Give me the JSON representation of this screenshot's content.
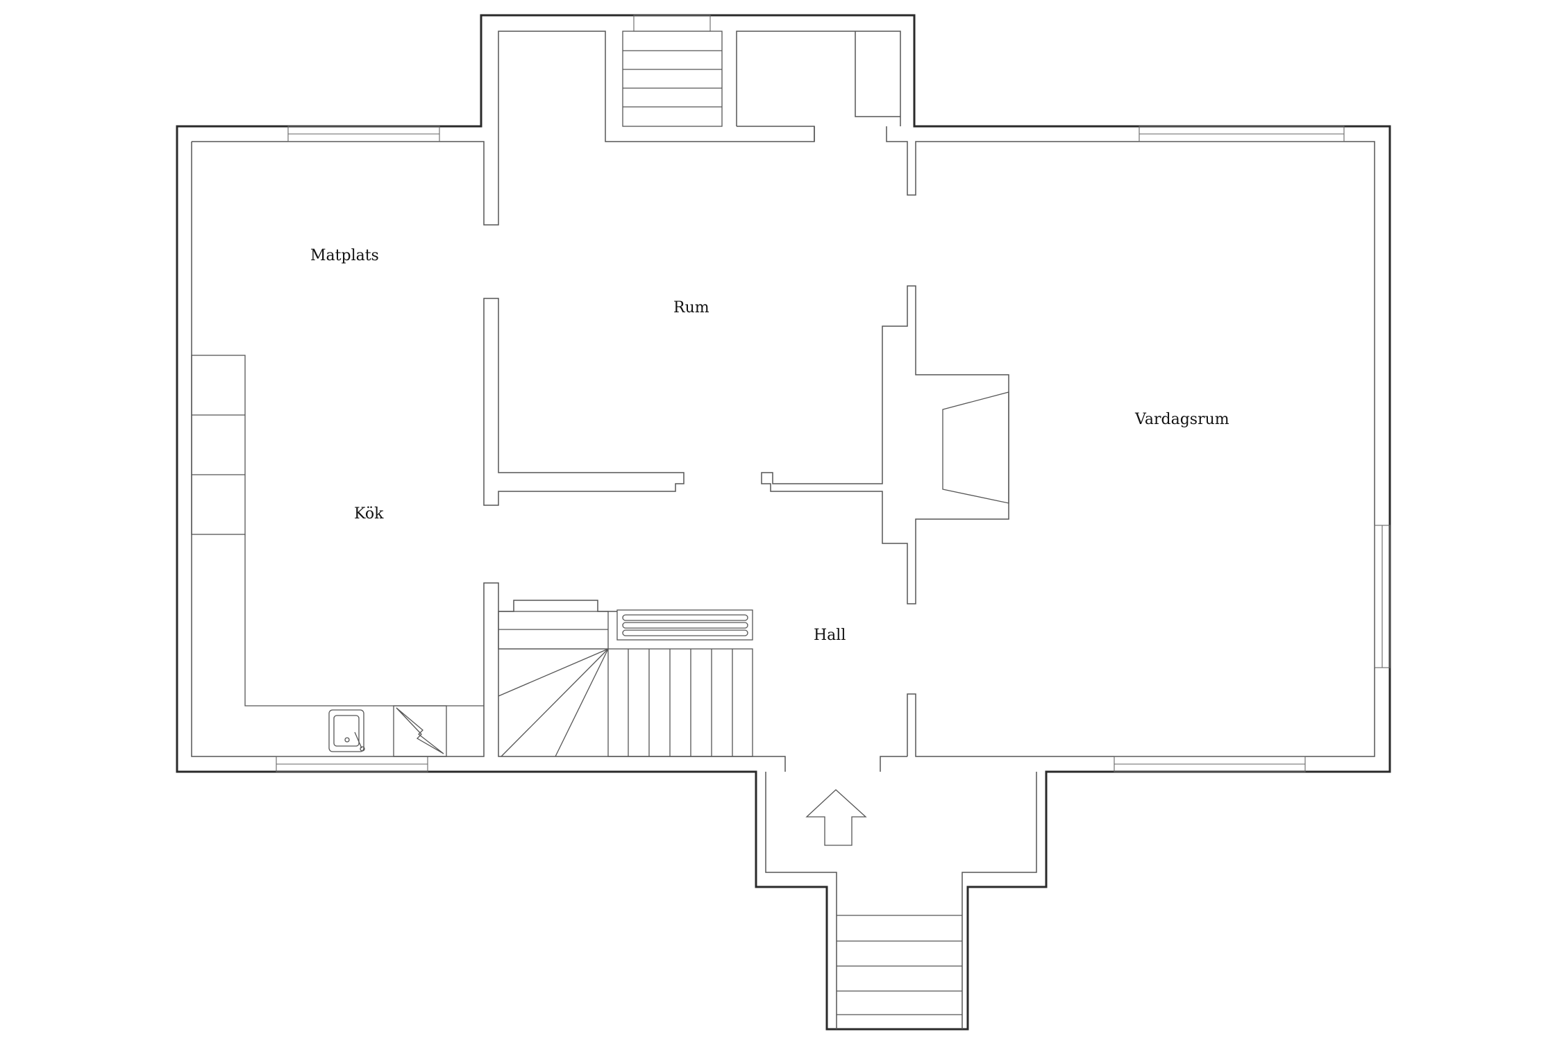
{
  "plan": {
    "rooms": {
      "matplats": "Matplats",
      "rum": "Rum",
      "vardagsrum": "Vardagsrum",
      "kok": "Kök",
      "hall": "Hall"
    },
    "icons": {
      "entrance": "arrow-up-icon",
      "sink": "sink-icon",
      "electric_panel": "lightning-icon"
    },
    "colors": {
      "wall": "#2a2a2a",
      "line": "#555555",
      "background": "#ffffff"
    }
  }
}
